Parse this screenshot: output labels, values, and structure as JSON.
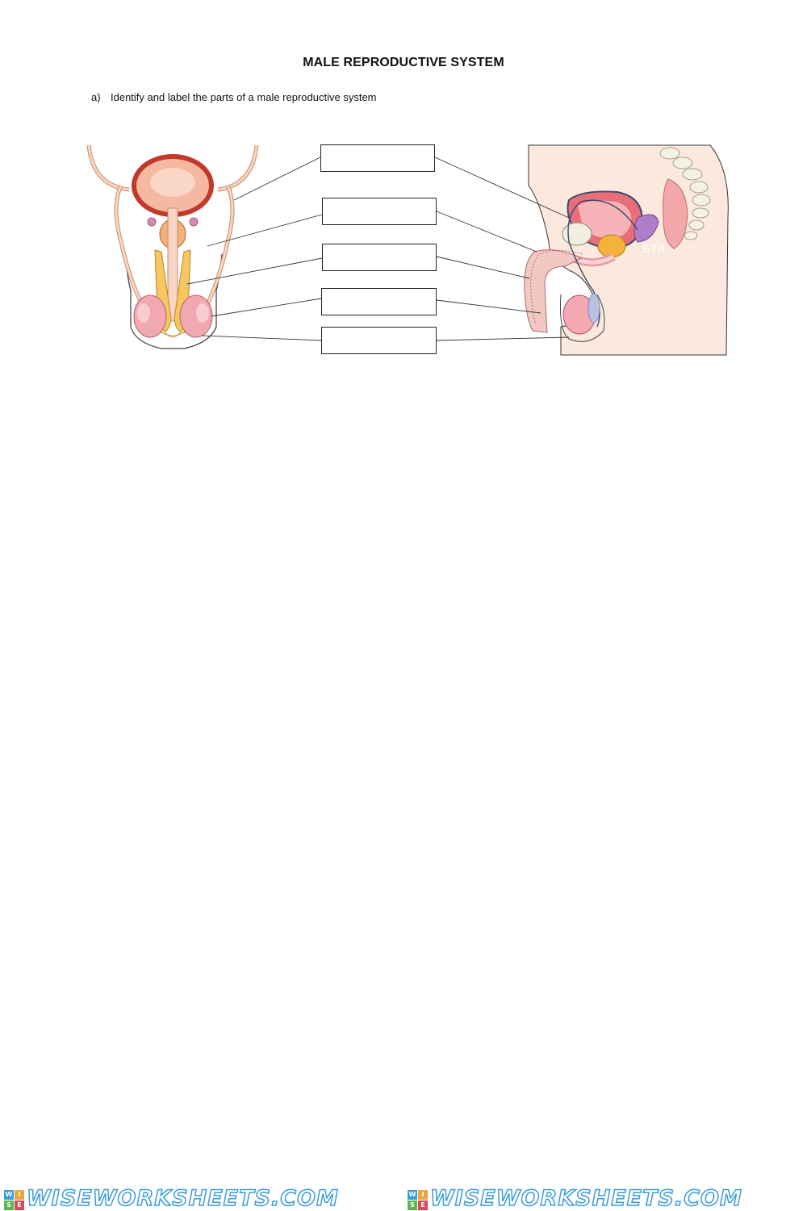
{
  "worksheet": {
    "title": "MALE REPRODUCTIVE SYSTEM",
    "question_marker": "a)",
    "question_text": "Identify and label the parts of a male reproductive system"
  },
  "label_boxes": [
    {
      "value": ""
    },
    {
      "value": ""
    },
    {
      "value": ""
    },
    {
      "value": ""
    },
    {
      "value": ""
    }
  ],
  "watermark": "ETA",
  "footer": {
    "brand_text": "WISEWORKSHEETS.COM",
    "logo_letters": [
      "W",
      "I",
      "S",
      "E"
    ],
    "colors": [
      "#3b9cd9",
      "#e9a73b",
      "#5bb74d",
      "#d94a55"
    ]
  }
}
